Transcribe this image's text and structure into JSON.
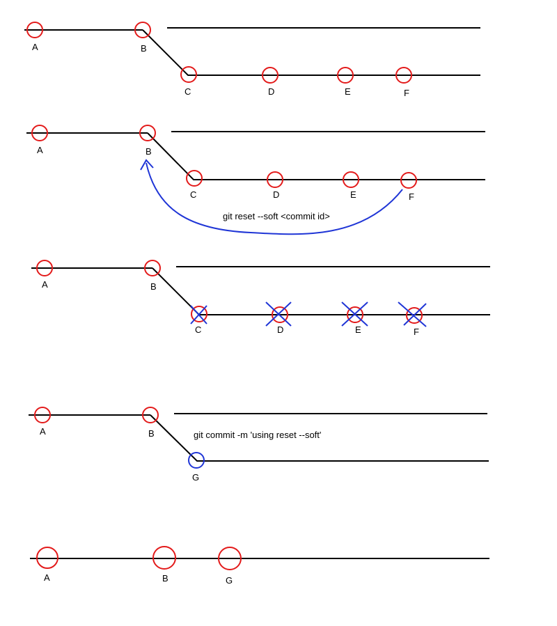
{
  "colors": {
    "line": "#000000",
    "commit_red": "#e31a1a",
    "commit_blue": "#1f35d6",
    "arrow_blue": "#1f35d6"
  },
  "panels": [
    {
      "labels": {
        "A": "A",
        "B": "B",
        "C": "C",
        "D": "D",
        "E": "E",
        "F": "F"
      }
    },
    {
      "labels": {
        "A": "A",
        "B": "B",
        "C": "C",
        "D": "D",
        "E": "E",
        "F": "F"
      },
      "command": "git reset --soft <commit id>"
    },
    {
      "labels": {
        "A": "A",
        "B": "B",
        "C": "C",
        "D": "D",
        "E": "E",
        "F": "F"
      }
    },
    {
      "labels": {
        "A": "A",
        "B": "B",
        "G": "G"
      },
      "command": "git commit -m 'using reset --soft'"
    },
    {
      "labels": {
        "A": "A",
        "B": "B",
        "G": "G"
      }
    }
  ]
}
